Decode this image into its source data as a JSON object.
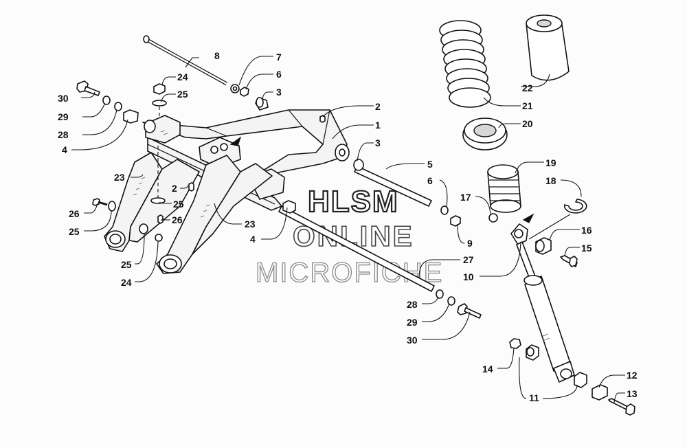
{
  "watermark": {
    "line1": "HLSM",
    "line2": "ONLINE",
    "line3": "MICROFICHE"
  },
  "callouts": {
    "c30a": "30",
    "c29a": "29",
    "c28a": "28",
    "c4a": "4",
    "c8": "8",
    "c7": "7",
    "c6a": "6",
    "c3a": "3",
    "c24a": "24",
    "c25a": "25",
    "c2a": "2",
    "c1": "1",
    "c3b": "3",
    "c23a": "23",
    "c2b": "2",
    "c25b": "25",
    "c26a": "26",
    "c26b": "26",
    "c25c": "25",
    "c25d": "25",
    "c24b": "24",
    "c23b": "23",
    "c4b": "4",
    "c5": "5",
    "c6b": "6",
    "c9": "9",
    "c27": "27",
    "c28b": "28",
    "c29b": "29",
    "c30b": "30",
    "c22": "22",
    "c21": "21",
    "c20": "20",
    "c19": "19",
    "c18": "18",
    "c17": "17",
    "c16": "16",
    "c15": "15",
    "c10": "10",
    "c14": "14",
    "c11": "11",
    "c12": "12",
    "c13": "13"
  }
}
